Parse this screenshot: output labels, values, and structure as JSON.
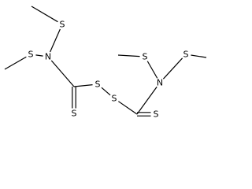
{
  "molecule": {
    "atoms": [
      {
        "id": "Me1",
        "label": ""
      },
      {
        "id": "S1",
        "label": "S"
      },
      {
        "id": "Me2",
        "label": ""
      },
      {
        "id": "S2",
        "label": "S"
      },
      {
        "id": "N1",
        "label": "N"
      },
      {
        "id": "C1",
        "label": ""
      },
      {
        "id": "S3",
        "label": "S"
      },
      {
        "id": "S4",
        "label": "S"
      },
      {
        "id": "S5",
        "label": "S"
      },
      {
        "id": "C2",
        "label": ""
      },
      {
        "id": "S6",
        "label": "S"
      },
      {
        "id": "N2",
        "label": "N"
      },
      {
        "id": "S7",
        "label": "S"
      },
      {
        "id": "Me3",
        "label": ""
      },
      {
        "id": "S8",
        "label": "S"
      },
      {
        "id": "Me4",
        "label": ""
      }
    ],
    "bonds": [
      {
        "a": "Me1",
        "b": "S1",
        "order": 1
      },
      {
        "a": "S1",
        "b": "N1",
        "order": 1
      },
      {
        "a": "Me2",
        "b": "S2",
        "order": 1
      },
      {
        "a": "S2",
        "b": "N1",
        "order": 1
      },
      {
        "a": "N1",
        "b": "C1",
        "order": 1
      },
      {
        "a": "C1",
        "b": "S3",
        "order": 2
      },
      {
        "a": "C1",
        "b": "S4",
        "order": 1
      },
      {
        "a": "S4",
        "b": "S5",
        "order": 1
      },
      {
        "a": "S5",
        "b": "C2",
        "order": 1
      },
      {
        "a": "C2",
        "b": "S6",
        "order": 2
      },
      {
        "a": "C2",
        "b": "N2",
        "order": 1
      },
      {
        "a": "N2",
        "b": "S7",
        "order": 1
      },
      {
        "a": "S7",
        "b": "Me3",
        "order": 1
      },
      {
        "a": "N2",
        "b": "S8",
        "order": 1
      },
      {
        "a": "S8",
        "b": "Me4",
        "order": 1
      }
    ]
  }
}
